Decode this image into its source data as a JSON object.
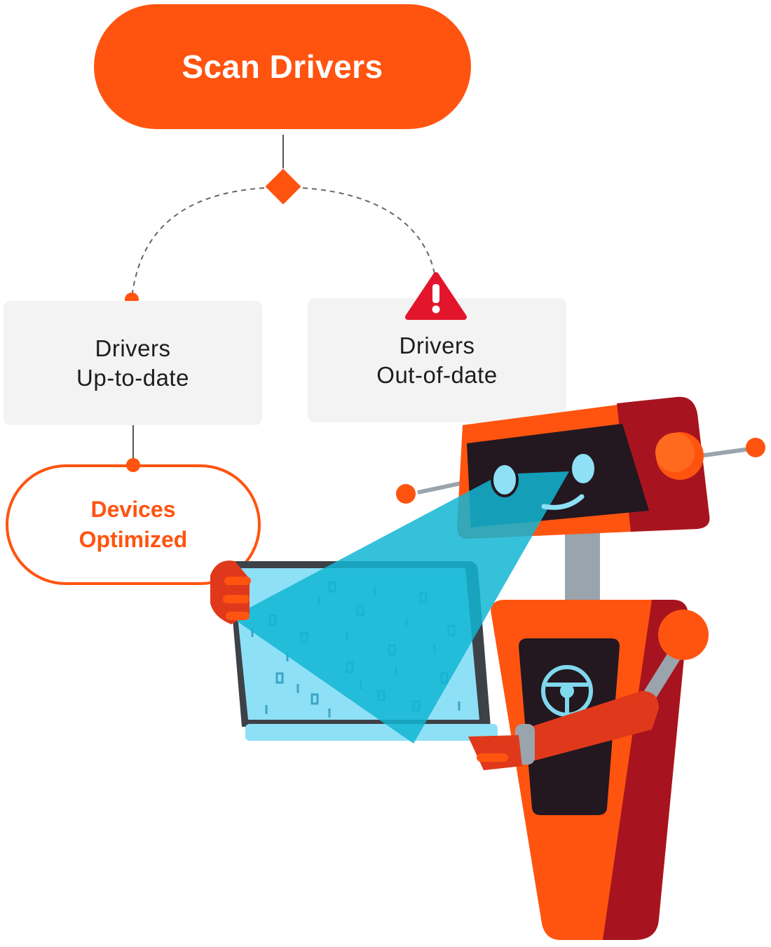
{
  "flow": {
    "start_label": "Scan Drivers",
    "up_to_date": {
      "line1": "Drivers",
      "line2": "Up-to-date"
    },
    "out_of_date": {
      "line1": "Drivers",
      "line2": "Out-of-date"
    },
    "result": {
      "line1": "Devices",
      "line2": "Optimized"
    }
  },
  "icons": {
    "decision": "diamond-icon",
    "warning": "warning-triangle-icon",
    "screen_glyph": "steering-wheel-icon"
  },
  "colors": {
    "accent": "#ff5410",
    "box_bg": "#f3f3f3",
    "warning_red": "#e3152c",
    "scan_beam": "#12b6d4",
    "robot_dark": "#231720"
  }
}
